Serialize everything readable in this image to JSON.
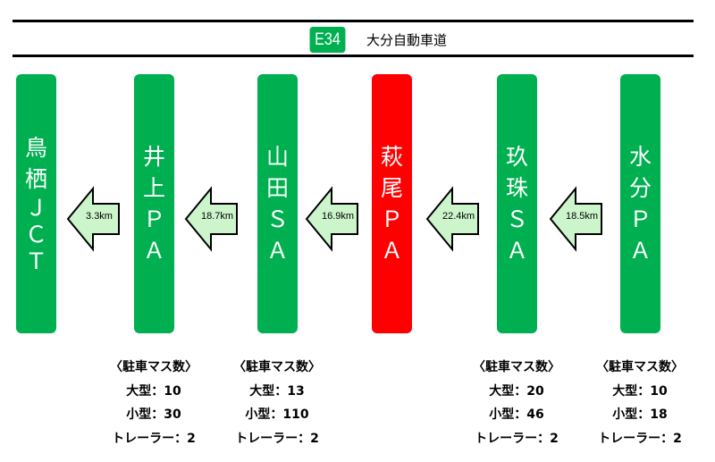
{
  "header": {
    "route_code": "E34",
    "route_name": "大分自動車道"
  },
  "colors": {
    "green": "#00b050",
    "red": "#ff0000",
    "arrow_fill": "#ccf5cc"
  },
  "stations": [
    {
      "chars": [
        "鳥",
        "栖",
        "Ｊ",
        "Ｃ",
        "Ｔ"
      ],
      "current": false
    },
    {
      "chars": [
        "井",
        "上",
        "Ｐ",
        "Ａ"
      ],
      "current": false
    },
    {
      "chars": [
        "山",
        "田",
        "Ｓ",
        "Ａ"
      ],
      "current": false
    },
    {
      "chars": [
        "萩",
        "尾",
        "Ｐ",
        "Ａ"
      ],
      "current": true
    },
    {
      "chars": [
        "玖",
        "珠",
        "Ｓ",
        "Ａ"
      ],
      "current": false
    },
    {
      "chars": [
        "水",
        "分",
        "Ｐ",
        "Ａ"
      ],
      "current": false
    }
  ],
  "distances": [
    "3.3km",
    "18.7km",
    "16.9km",
    "22.4km",
    "18.5km"
  ],
  "parking": [
    {
      "title": "〈駐車マス数〉",
      "large": "大型：10",
      "small": "小型：30",
      "trailer": "トレーラー：2"
    },
    {
      "title": "〈駐車マス数〉",
      "large": "大型：13",
      "small": "小型：110",
      "trailer": "トレーラー：2"
    },
    {
      "title": "〈駐車マス数〉",
      "large": "大型：20",
      "small": "小型：46",
      "trailer": "トレーラー：2"
    },
    {
      "title": "〈駐車マス数〉",
      "large": "大型：10",
      "small": "小型：18",
      "trailer": "トレーラー：2"
    }
  ]
}
